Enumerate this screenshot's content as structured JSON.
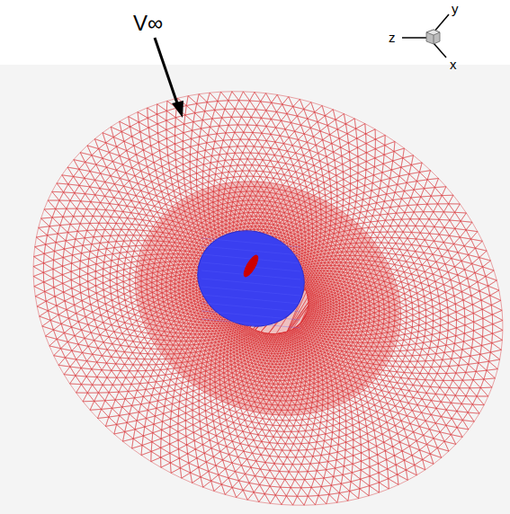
{
  "diagram": {
    "labels": [
      "V∞",
      "z",
      "y",
      "x"
    ]
  }
}
